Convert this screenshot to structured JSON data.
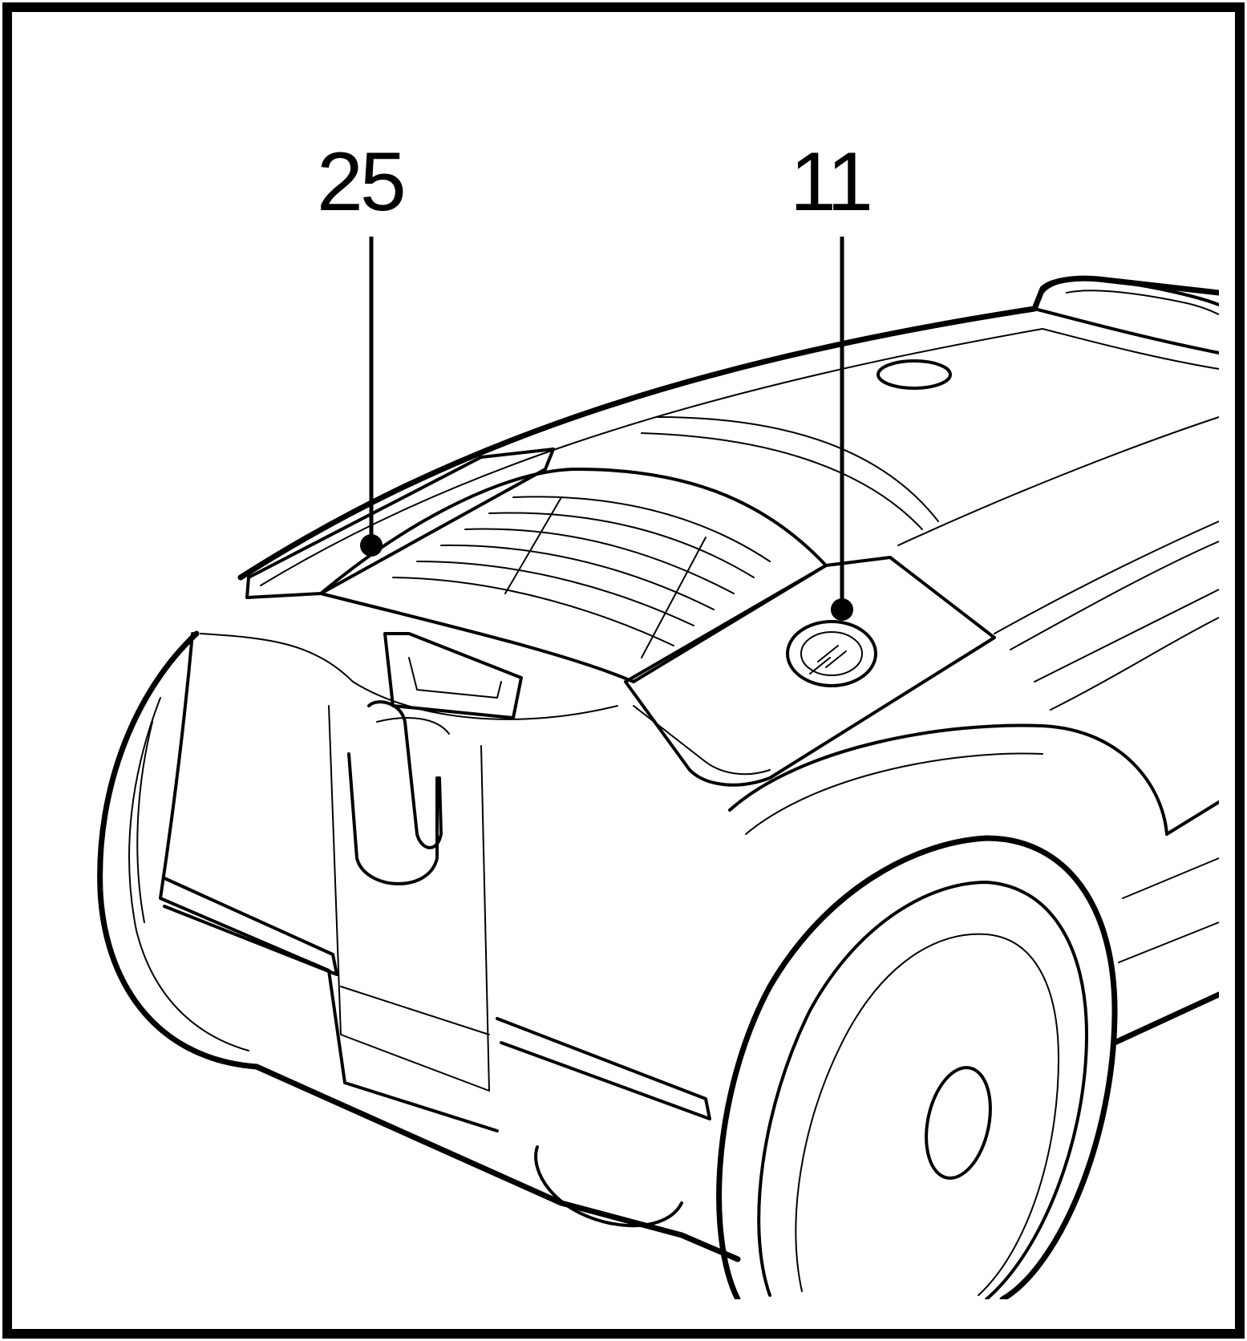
{
  "callouts": [
    {
      "id": "25",
      "label": "25"
    },
    {
      "id": "11",
      "label": "11"
    }
  ],
  "colors": {
    "line": "#000000",
    "background": "#ffffff"
  }
}
